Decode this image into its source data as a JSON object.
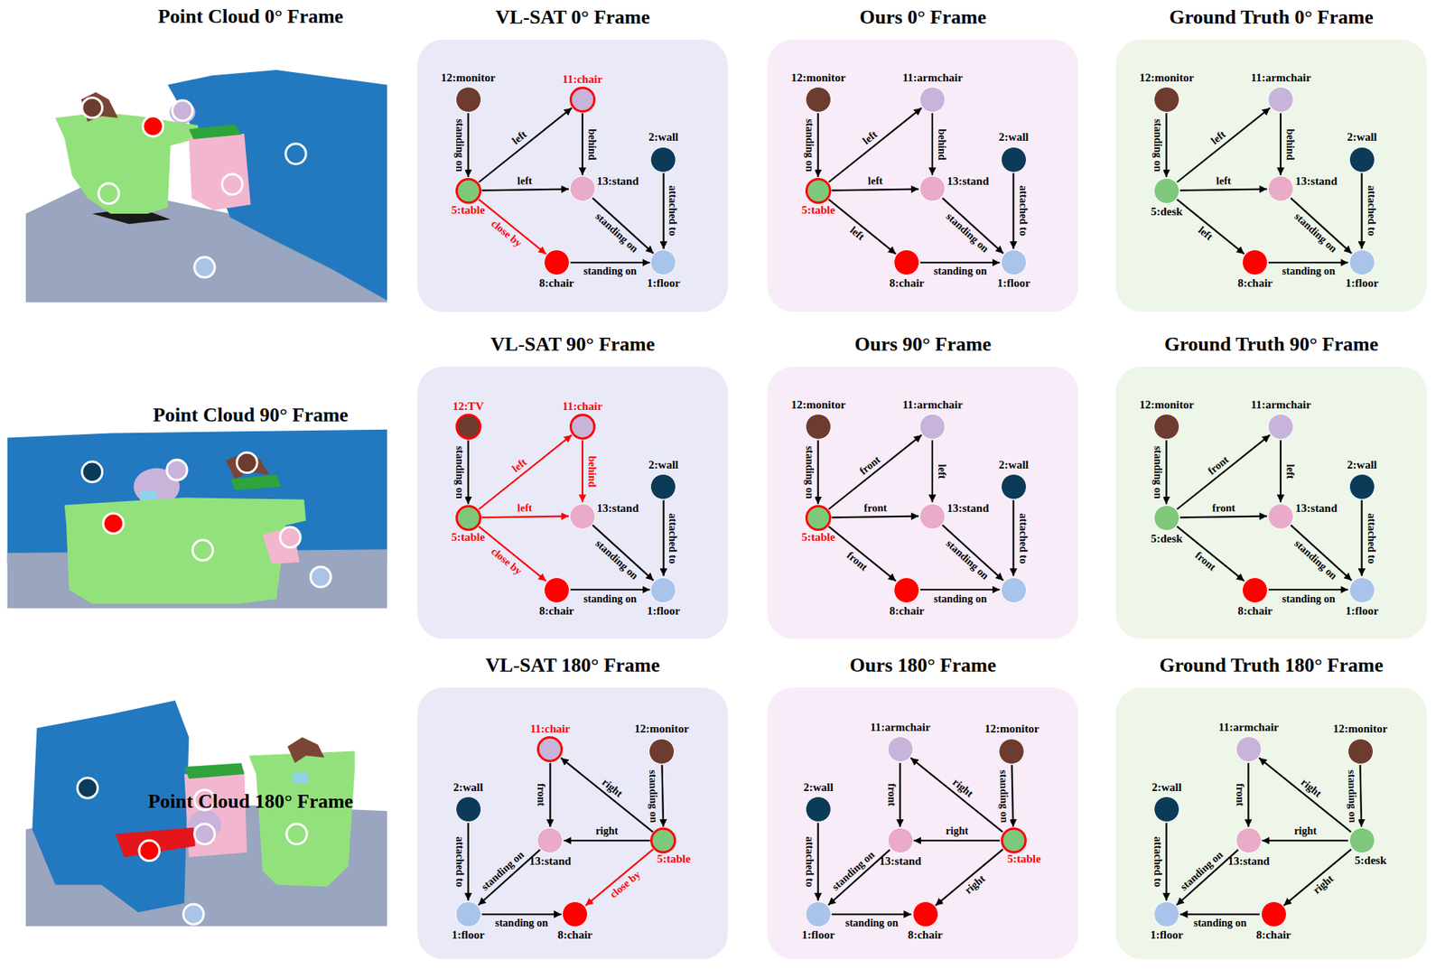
{
  "diagram": {
    "nodes": [
      {
        "text": [
          "VL-SAT 0° Frame"
        ]
      },
      {
        "text": [
          "12:monitor"
        ],
        "in": 0
      },
      {
        "text": [
          "11:chair"
        ],
        "in": 0
      },
      {
        "text": [
          "2:wall"
        ],
        "in": 0
      },
      {
        "text": [
          "5:table"
        ],
        "in": 0
      },
      {
        "text": [
          "13:stand"
        ],
        "in": 0
      },
      {
        "text": [
          "8:chair"
        ],
        "in": 0
      },
      {
        "text": [
          "1:floor"
        ],
        "in": 0
      },
      {
        "text": [
          "Ours 0° Frame"
        ]
      },
      {
        "text": [
          "12:monitor"
        ],
        "in": 8
      },
      {
        "text": [
          "11:armchair"
        ],
        "in": 8
      },
      {
        "text": [
          "2:wall"
        ],
        "in": 8
      },
      {
        "text": [
          "5:table"
        ],
        "in": 8
      },
      {
        "text": [
          "13:stand"
        ],
        "in": 8
      },
      {
        "text": [
          "8:chair"
        ],
        "in": 8
      },
      {
        "text": [
          "1:floor"
        ],
        "in": 8
      },
      {
        "text": [
          "Ground Truth 0° Frame"
        ]
      },
      {
        "text": [
          "12:monitor"
        ],
        "in": 16
      },
      {
        "text": [
          "11:armchair"
        ],
        "in": 16
      },
      {
        "text": [
          "2:wall"
        ],
        "in": 16
      },
      {
        "text": [
          "5:desk"
        ],
        "in": 16
      },
      {
        "text": [
          "13:stand"
        ],
        "in": 16
      },
      {
        "text": [
          "8:chair"
        ],
        "in": 16
      },
      {
        "text": [
          "1:floor"
        ],
        "in": 16
      },
      {
        "text": [
          "VL-SAT 90° Frame"
        ]
      },
      {
        "text": [
          "12:TV"
        ],
        "in": 24
      },
      {
        "text": [
          "11:chair"
        ],
        "in": 24
      },
      {
        "text": [
          "2:wall"
        ],
        "in": 24
      },
      {
        "text": [
          "5:table"
        ],
        "in": 24
      },
      {
        "text": [
          "13:stand"
        ],
        "in": 24
      },
      {
        "text": [
          "8:chair"
        ],
        "in": 24
      },
      {
        "text": [
          "1:floor"
        ],
        "in": 24
      },
      {
        "text": [
          "Ours 90° Frame"
        ]
      },
      {
        "text": [
          "12:monitor"
        ],
        "in": 32
      },
      {
        "text": [
          "11:armchair"
        ],
        "in": 32
      },
      {
        "text": [
          "2:wall"
        ],
        "in": 32
      },
      {
        "text": [
          "5:table"
        ],
        "in": 32
      },
      {
        "text": [
          "13:stand"
        ],
        "in": 32
      },
      {
        "text": [
          "8:chair"
        ],
        "in": 32
      },
      {
        "text": [],
        "in": 32
      },
      {
        "text": [
          "Ground Truth 90° Frame"
        ]
      },
      {
        "text": [
          "12:monitor"
        ],
        "in": 40
      },
      {
        "text": [
          "11:armchair"
        ],
        "in": 40
      },
      {
        "text": [
          "2:wall"
        ],
        "in": 40
      },
      {
        "text": [
          "5:desk"
        ],
        "in": 40
      },
      {
        "text": [
          "13:stand"
        ],
        "in": 40
      },
      {
        "text": [
          "8:chair"
        ],
        "in": 40
      },
      {
        "text": [
          "1:floor"
        ],
        "in": 40
      },
      {
        "text": [
          "VL-SAT 180° Frame"
        ]
      },
      {
        "text": [
          "11:chair"
        ],
        "in": 48
      },
      {
        "text": [
          "12:monitor"
        ],
        "in": 48
      },
      {
        "text": [
          "2:wall"
        ],
        "in": 48
      },
      {
        "text": [
          "13:stand"
        ],
        "in": 48
      },
      {
        "text": [
          "5:table"
        ],
        "in": 48
      },
      {
        "text": [
          "1:floor"
        ],
        "in": 48
      },
      {
        "text": [
          "8:chair"
        ],
        "in": 48
      },
      {
        "text": [
          "Ours 180° Frame"
        ]
      },
      {
        "text": [
          "11:armchair"
        ],
        "in": 56
      },
      {
        "text": [
          "12:monitor"
        ],
        "in": 56
      },
      {
        "text": [
          "2:wall"
        ],
        "in": 56
      },
      {
        "text": [
          "13:stand"
        ],
        "in": 56
      },
      {
        "text": [
          "5:table"
        ],
        "in": 56
      },
      {
        "text": [
          "1:floor"
        ],
        "in": 56
      },
      {
        "text": [
          "8:chair"
        ],
        "in": 56
      },
      {
        "text": [
          "Ground Truth 180° Frame"
        ]
      },
      {
        "text": [
          "11:armchair"
        ],
        "in": 64
      },
      {
        "text": [
          "12:monitor"
        ],
        "in": 64
      },
      {
        "text": [
          "2:wall"
        ],
        "in": 64
      },
      {
        "text": [
          "13:stand"
        ],
        "in": 64
      },
      {
        "text": [
          "5:desk"
        ],
        "in": 64
      },
      {
        "text": [
          "1:floor"
        ],
        "in": 64
      },
      {
        "text": [
          "8:chair"
        ],
        "in": 64
      }
    ],
    "edges": [
      {
        "from": 1,
        "to": 4,
        "label": "standing on",
        "arrow": "to"
      },
      {
        "from": 4,
        "to": 2,
        "label": "left",
        "arrow": "to"
      },
      {
        "from": 2,
        "to": 5,
        "label": "behind",
        "arrow": "to"
      },
      {
        "from": 4,
        "to": 5,
        "label": "left",
        "arrow": "to"
      },
      {
        "from": 4,
        "to": 6,
        "label": "close by",
        "arrow": "to"
      },
      {
        "from": 5,
        "to": 7,
        "label": "standing on",
        "arrow": "to"
      },
      {
        "from": 3,
        "to": 7,
        "label": "attached to",
        "arrow": "to"
      },
      {
        "from": 6,
        "to": 7,
        "label": "standing on",
        "arrow": "to"
      },
      {
        "from": 9,
        "to": 12,
        "label": "standing on",
        "arrow": "to"
      },
      {
        "from": 12,
        "to": 10,
        "label": "left",
        "arrow": "to"
      },
      {
        "from": 10,
        "to": 13,
        "label": "behind",
        "arrow": "to"
      },
      {
        "from": 12,
        "to": 13,
        "label": "left",
        "arrow": "to"
      },
      {
        "from": 12,
        "to": 14,
        "label": "left",
        "arrow": "to"
      },
      {
        "from": 13,
        "to": 15,
        "label": "standing on",
        "arrow": "to"
      },
      {
        "from": 11,
        "to": 15,
        "label": "attached to",
        "arrow": "to"
      },
      {
        "from": 14,
        "to": 15,
        "label": "standing on",
        "arrow": "to"
      },
      {
        "from": 17,
        "to": 20,
        "label": "standing on",
        "arrow": "to"
      },
      {
        "from": 20,
        "to": 18,
        "label": "left",
        "arrow": "to"
      },
      {
        "from": 18,
        "to": 21,
        "label": "behind",
        "arrow": "to"
      },
      {
        "from": 20,
        "to": 21,
        "label": "left",
        "arrow": "to"
      },
      {
        "from": 20,
        "to": 22,
        "label": "left",
        "arrow": "to"
      },
      {
        "from": 21,
        "to": 23,
        "label": "standing on",
        "arrow": "to"
      },
      {
        "from": 19,
        "to": 23,
        "label": "attached to",
        "arrow": "to"
      },
      {
        "from": 22,
        "to": 23,
        "label": "standing on",
        "arrow": "to"
      },
      {
        "from": 25,
        "to": 28,
        "label": "standing on",
        "arrow": "to"
      },
      {
        "from": 28,
        "to": 26,
        "label": "left",
        "arrow": "to"
      },
      {
        "from": 26,
        "to": 29,
        "label": "behind",
        "arrow": "to"
      },
      {
        "from": 28,
        "to": 29,
        "label": "left",
        "arrow": "to"
      },
      {
        "from": 28,
        "to": 30,
        "label": "close by",
        "arrow": "to"
      },
      {
        "from": 29,
        "to": 31,
        "label": "standing on",
        "arrow": "to"
      },
      {
        "from": 27,
        "to": 31,
        "label": "attached to",
        "arrow": "to"
      },
      {
        "from": 30,
        "to": 31,
        "label": "standing on",
        "arrow": "to"
      },
      {
        "from": 33,
        "to": 36,
        "label": "standing on",
        "arrow": "to"
      },
      {
        "from": 36,
        "to": 34,
        "label": "front",
        "arrow": "to"
      },
      {
        "from": 34,
        "to": 37,
        "label": "left",
        "arrow": "to"
      },
      {
        "from": 36,
        "to": 37,
        "label": "front",
        "arrow": "to"
      },
      {
        "from": 36,
        "to": 38,
        "label": "front",
        "arrow": "to"
      },
      {
        "from": 37,
        "to": 39,
        "label": "standing on",
        "arrow": "to"
      },
      {
        "from": 35,
        "to": 39,
        "label": "attached to",
        "arrow": "to"
      },
      {
        "from": 38,
        "to": 39,
        "label": "standing on",
        "arrow": "to"
      },
      {
        "from": 41,
        "to": 44,
        "label": "standing on",
        "arrow": "to"
      },
      {
        "from": 44,
        "to": 42,
        "label": "front",
        "arrow": "to"
      },
      {
        "from": 42,
        "to": 45,
        "label": "left",
        "arrow": "to"
      },
      {
        "from": 44,
        "to": 45,
        "label": "front",
        "arrow": "to"
      },
      {
        "from": 44,
        "to": 46,
        "label": "front",
        "arrow": "to"
      },
      {
        "from": 45,
        "to": 47,
        "label": "standing on",
        "arrow": "to"
      },
      {
        "from": 43,
        "to": 47,
        "label": "attached to",
        "arrow": "to"
      },
      {
        "from": 46,
        "to": 47,
        "label": "standing on",
        "arrow": "to"
      },
      {
        "from": 53,
        "to": 49,
        "label": "right",
        "arrow": "to"
      },
      {
        "from": 49,
        "to": 52,
        "label": "front",
        "arrow": "to"
      },
      {
        "from": 50,
        "to": 53,
        "label": "standing on",
        "arrow": "to"
      },
      {
        "from": 53,
        "to": 52,
        "label": "right",
        "arrow": "to"
      },
      {
        "from": 53,
        "to": 55,
        "label": "close by",
        "arrow": "to"
      },
      {
        "from": 51,
        "to": 54,
        "label": "attached to",
        "arrow": "to"
      },
      {
        "from": 52,
        "to": 54,
        "label": "standing on",
        "arrow": "to"
      },
      {
        "from": 54,
        "to": 55,
        "label": "standing on",
        "arrow": "to"
      },
      {
        "from": 61,
        "to": 57,
        "label": "right",
        "arrow": "to"
      },
      {
        "from": 57,
        "to": 60,
        "label": "front",
        "arrow": "to"
      },
      {
        "from": 58,
        "to": 61,
        "label": "standing on",
        "arrow": "to"
      },
      {
        "from": 61,
        "to": 60,
        "label": "right",
        "arrow": "to"
      },
      {
        "from": 61,
        "to": 63,
        "label": "right",
        "arrow": "to"
      },
      {
        "from": 59,
        "to": 62,
        "label": "attached to",
        "arrow": "to"
      },
      {
        "from": 60,
        "to": 62,
        "label": "standing on",
        "arrow": "to"
      },
      {
        "from": 62,
        "to": 63,
        "label": "standing on",
        "arrow": "to"
      },
      {
        "from": 69,
        "to": 65,
        "label": "right",
        "arrow": "to"
      },
      {
        "from": 65,
        "to": 68,
        "label": "front",
        "arrow": "to"
      },
      {
        "from": 66,
        "to": 69,
        "label": "standing on",
        "arrow": "to"
      },
      {
        "from": 69,
        "to": 68,
        "label": "right",
        "arrow": "to"
      },
      {
        "from": 69,
        "to": 71,
        "label": "right",
        "arrow": "to"
      },
      {
        "from": 67,
        "to": 70,
        "label": "attached to",
        "arrow": "to"
      },
      {
        "from": 68,
        "to": 70,
        "label": "standing on",
        "arrow": "to"
      },
      {
        "from": 71,
        "to": 70,
        "label": "standing on",
        "arrow": "to"
      }
    ],
    "labels": [
      "Point Cloud 0° Frame",
      "Point Cloud 90° Frame",
      "Point Cloud 180° Frame"
    ]
  }
}
